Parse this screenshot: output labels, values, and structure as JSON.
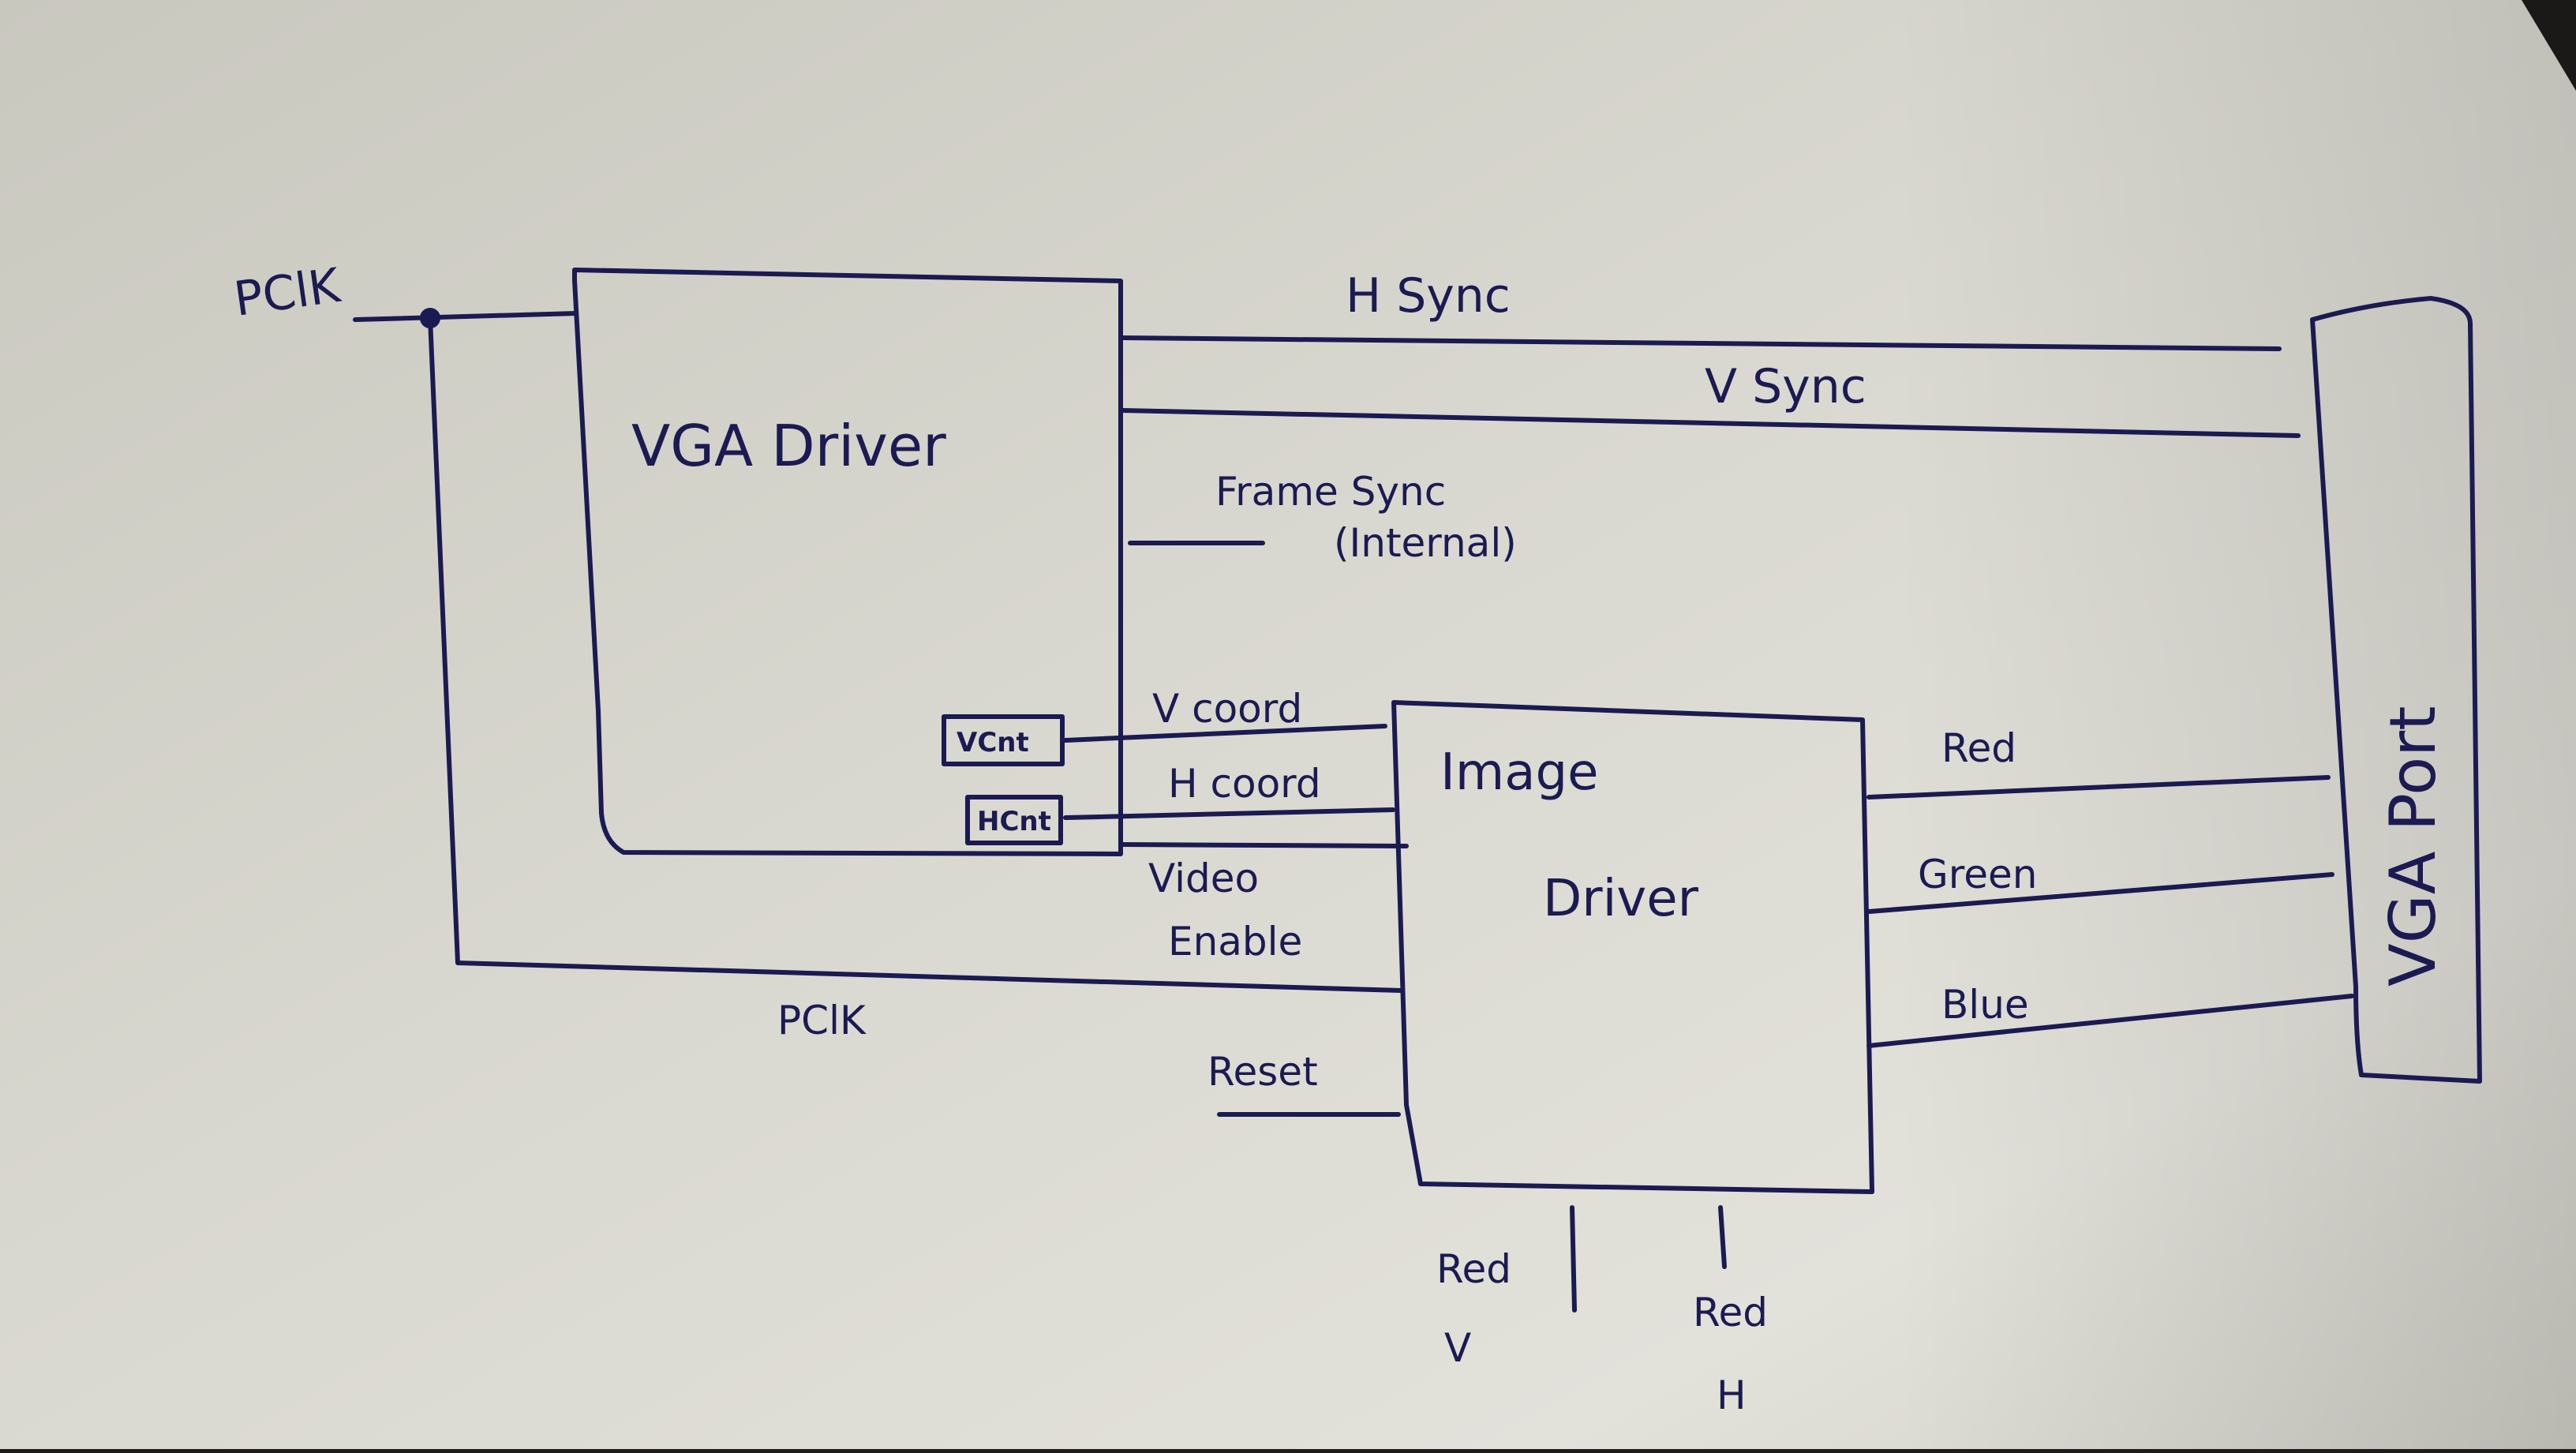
{
  "colors": {
    "ink": "#1b1a52",
    "paper": "#dcdbd3",
    "background": "#1e1c1b"
  },
  "labels": {
    "pclk_top": "PClK",
    "pclk_bottom": "PClK",
    "h_sync": "H Sync",
    "v_sync": "V Sync",
    "frame_sync": "Frame Sync",
    "internal": "(Internal)",
    "v_coord": "V coord",
    "h_coord": "H coord",
    "video": "Video",
    "enable": "Enable",
    "reset": "Reset",
    "red": "Red",
    "green": "Green",
    "blue": "Blue",
    "red_v_top": "Red",
    "red_v_bottom": "V",
    "red_h_top": "Red",
    "red_h_bottom": "H"
  },
  "blocks": {
    "vga_driver": "VGA Driver",
    "vcnt": "VCnt",
    "hcnt": "HCnt",
    "image_driver_top": "Image",
    "image_driver_bottom": "Driver",
    "vga_port": "VGA Port"
  }
}
